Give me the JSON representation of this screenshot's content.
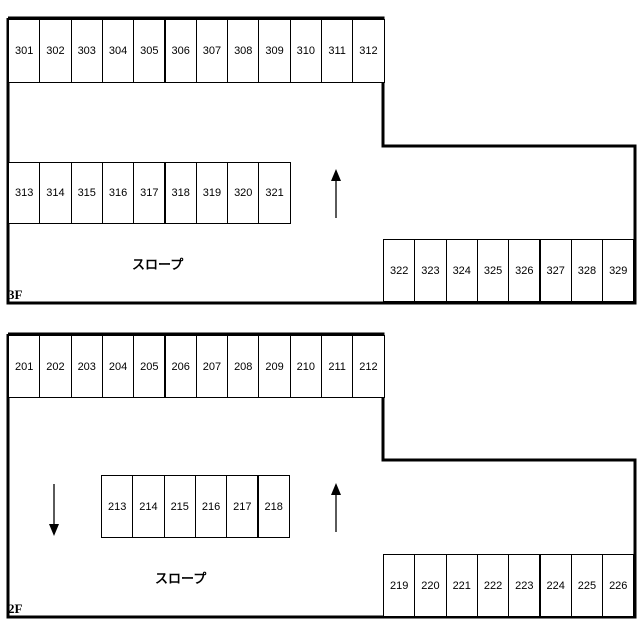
{
  "floors": [
    {
      "label": "3F",
      "slope_label": "スロープ",
      "arrows": [
        "up"
      ],
      "rows": {
        "top": [
          "301",
          "302",
          "303",
          "304",
          "305",
          "306",
          "307",
          "308",
          "309",
          "310",
          "311",
          "312"
        ],
        "middle": [
          "313",
          "314",
          "315",
          "316",
          "317",
          "318",
          "319",
          "320",
          "321"
        ],
        "right": [
          "322",
          "323",
          "324",
          "325",
          "326",
          "327",
          "328",
          "329"
        ]
      }
    },
    {
      "label": "2F",
      "slope_label": "スロープ",
      "arrows": [
        "down",
        "up"
      ],
      "rows": {
        "top": [
          "201",
          "202",
          "203",
          "204",
          "205",
          "206",
          "207",
          "208",
          "209",
          "210",
          "211",
          "212"
        ],
        "middle": [
          "213",
          "214",
          "215",
          "216",
          "217",
          "218"
        ],
        "right": [
          "219",
          "220",
          "221",
          "222",
          "223",
          "224",
          "225",
          "226"
        ]
      }
    }
  ]
}
